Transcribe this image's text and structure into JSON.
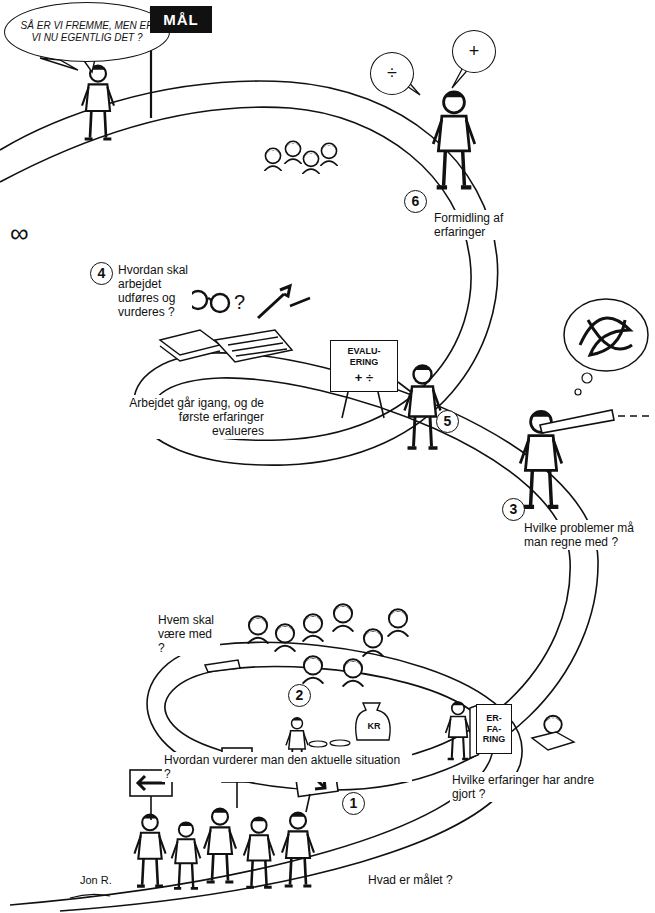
{
  "diagram": {
    "nodes": [
      {
        "text": [
          "SÅ ER VI FREMME, MEN ER VI NU EGENTLIG DET ?"
        ]
      },
      {
        "text": [
          "MÅL"
        ]
      },
      {
        "text": [
          "÷"
        ]
      },
      {
        "text": [
          "+"
        ]
      },
      {
        "text": [
          "6"
        ]
      },
      {
        "text": [
          "4"
        ]
      },
      {
        "text": [
          "EVALU- ERING",
          "+ ÷"
        ]
      },
      {
        "text": [
          "5"
        ]
      },
      {
        "text": [
          "3"
        ]
      },
      {
        "text": [
          "2"
        ]
      },
      {
        "text": [
          "KR"
        ]
      },
      {
        "text": [
          "ER- FA- RING"
        ]
      },
      {
        "text": [
          "1"
        ]
      }
    ],
    "labels": [
      "Formidling af erfaringer",
      "Hvordan skal arbejdet udføres og vurderes ?",
      "?",
      "Arbejdet går igang, og de første erfaringer evalueres",
      "Hvilke problemer må man regne med ?",
      "Hvem skal være med ?",
      "Hvordan vurderer man den aktuelle situation ?",
      "Hvilke erfaringer har andre gjort ?",
      "Hvad er målet ?",
      "Jon R.",
      "∞"
    ]
  }
}
